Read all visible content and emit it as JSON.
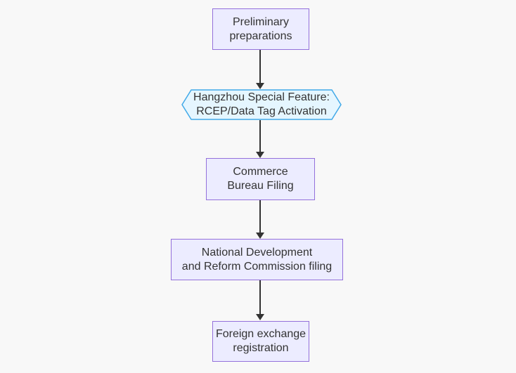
{
  "diagram": {
    "type": "flowchart",
    "direction": "top-down",
    "background_color": "#f8f8f8",
    "text_color": "#333333",
    "edge_color": "#333333",
    "nodes": [
      {
        "id": "prelim",
        "shape": "rectangle",
        "fill": "#ECECFF",
        "border": "#9370DB",
        "label": "Preliminary preparations",
        "label_lines": [
          "Preliminary",
          "preparations"
        ]
      },
      {
        "id": "hangzhou",
        "shape": "hexagon",
        "fill": "#E5F6FF",
        "border": "#41A9E8",
        "label": "Hangzhou Special Feature: RCEP/Data Tag Activation",
        "label_lines": [
          "Hangzhou Special Feature:",
          "RCEP/Data Tag Activation"
        ]
      },
      {
        "id": "commerce",
        "shape": "rectangle",
        "fill": "#ECECFF",
        "border": "#9370DB",
        "label": "Commerce Bureau Filing",
        "label_lines": [
          "Commerce",
          "Bureau Filing"
        ]
      },
      {
        "id": "ndrc",
        "shape": "rectangle",
        "fill": "#ECECFF",
        "border": "#9370DB",
        "label": "National Development and Reform Commission filing",
        "label_lines": [
          "National Development",
          "and Reform Commission filing"
        ]
      },
      {
        "id": "forex",
        "shape": "rectangle",
        "fill": "#ECECFF",
        "border": "#9370DB",
        "label": "Foreign exchange registration",
        "label_lines": [
          "Foreign exchange",
          "registration"
        ]
      }
    ],
    "edges": [
      {
        "from": "prelim",
        "to": "hangzhou"
      },
      {
        "from": "hangzhou",
        "to": "commerce"
      },
      {
        "from": "commerce",
        "to": "ndrc"
      },
      {
        "from": "ndrc",
        "to": "forex"
      }
    ]
  }
}
